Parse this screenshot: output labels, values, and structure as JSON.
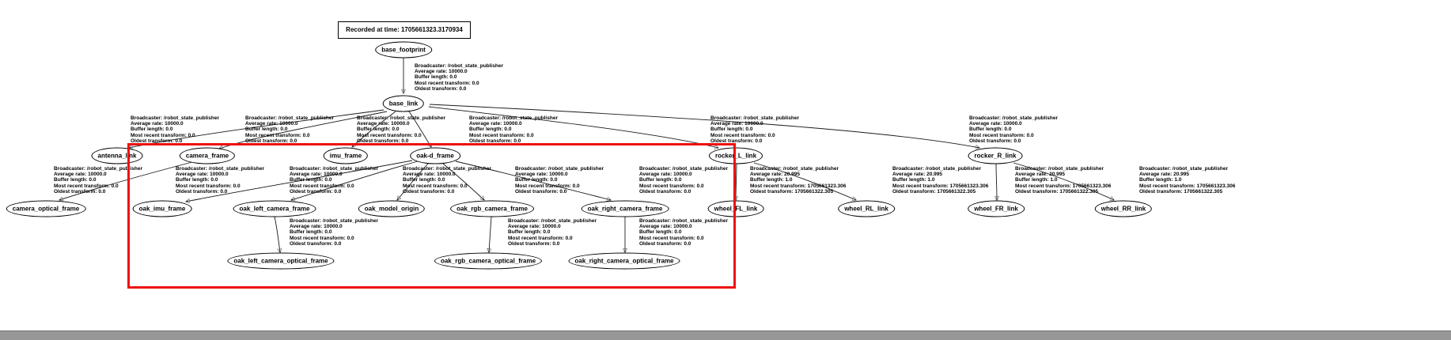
{
  "title": "Recorded at time: 1705661323.3170934",
  "nodes": {
    "base_footprint": "base_footprint",
    "base_link": "base_link",
    "antenna_link": "antenna_link",
    "camera_frame": "camera_frame",
    "imu_frame": "imu_frame",
    "oak_d_frame": "oak-d_frame",
    "rocker_L_link": "rocker_L_link",
    "rocker_R_link": "rocker_R_link",
    "camera_optical_frame": "camera_optical_frame",
    "oak_imu_frame": "oak_imu_frame",
    "oak_left_camera_frame": "oak_left_camera_frame",
    "oak_model_origin": "oak_model_origin",
    "oak_rgb_camera_frame": "oak_rgb_camera_frame",
    "oak_right_camera_frame": "oak_right_camera_frame",
    "wheel_FL_link": "wheel_FL_link",
    "wheel_RL_link": "wheel_RL_link",
    "wheel_FR_link": "wheel_FR_link",
    "wheel_RR_link": "wheel_RR_link",
    "oak_left_camera_optical_frame": "oak_left_camera_optical_frame",
    "oak_rgb_camera_optical_frame": "oak_rgb_camera_optical_frame",
    "oak_right_camera_optical_frame": "oak_right_camera_optical_frame"
  },
  "edge_labels": {
    "static_tf": "Broadcaster: /robot_state_publisher\nAverage rate: 10000.0\nBuffer length: 0.0\nMost recent transform: 0.0\nOldest transform: 0.0",
    "wheel_tf": "Broadcaster: /robot_state_publisher\nAverage rate: 20.995\nBuffer length: 1.0\nMost recent transform: 1705661323.306\nOldest transform: 1705661322.305"
  },
  "edges": [
    {
      "from": "base_footprint",
      "to": "base_link",
      "label": "static_tf"
    },
    {
      "from": "base_link",
      "to": "antenna_link",
      "label": "static_tf"
    },
    {
      "from": "base_link",
      "to": "camera_frame",
      "label": "static_tf"
    },
    {
      "from": "base_link",
      "to": "imu_frame",
      "label": "static_tf"
    },
    {
      "from": "base_link",
      "to": "oak-d_frame",
      "label": "static_tf"
    },
    {
      "from": "base_link",
      "to": "rocker_L_link",
      "label": "static_tf"
    },
    {
      "from": "base_link",
      "to": "rocker_R_link",
      "label": "static_tf"
    },
    {
      "from": "camera_frame",
      "to": "camera_optical_frame",
      "label": "static_tf"
    },
    {
      "from": "oak-d_frame",
      "to": "oak_imu_frame",
      "label": "static_tf"
    },
    {
      "from": "oak-d_frame",
      "to": "oak_left_camera_frame",
      "label": "static_tf"
    },
    {
      "from": "oak-d_frame",
      "to": "oak_model_origin",
      "label": "static_tf"
    },
    {
      "from": "oak-d_frame",
      "to": "oak_rgb_camera_frame",
      "label": "static_tf"
    },
    {
      "from": "oak-d_frame",
      "to": "oak_right_camera_frame",
      "label": "static_tf"
    },
    {
      "from": "rocker_L_link",
      "to": "wheel_FL_link",
      "label": "wheel_tf"
    },
    {
      "from": "rocker_L_link",
      "to": "wheel_RL_link",
      "label": "wheel_tf"
    },
    {
      "from": "rocker_R_link",
      "to": "wheel_FR_link",
      "label": "wheel_tf"
    },
    {
      "from": "rocker_R_link",
      "to": "wheel_RR_link",
      "label": "wheel_tf"
    },
    {
      "from": "oak_left_camera_frame",
      "to": "oak_left_camera_optical_frame",
      "label": "static_tf"
    },
    {
      "from": "oak_rgb_camera_frame",
      "to": "oak_rgb_camera_optical_frame",
      "label": "static_tf"
    },
    {
      "from": "oak_right_camera_frame",
      "to": "oak_right_camera_optical_frame",
      "label": "static_tf"
    }
  ],
  "colors": {
    "highlight_rectangle": "#ef1010",
    "node_border": "#000000",
    "edge_stroke": "#1a1a1a",
    "background": "#ffffff",
    "bottom_bar": "#979797"
  }
}
